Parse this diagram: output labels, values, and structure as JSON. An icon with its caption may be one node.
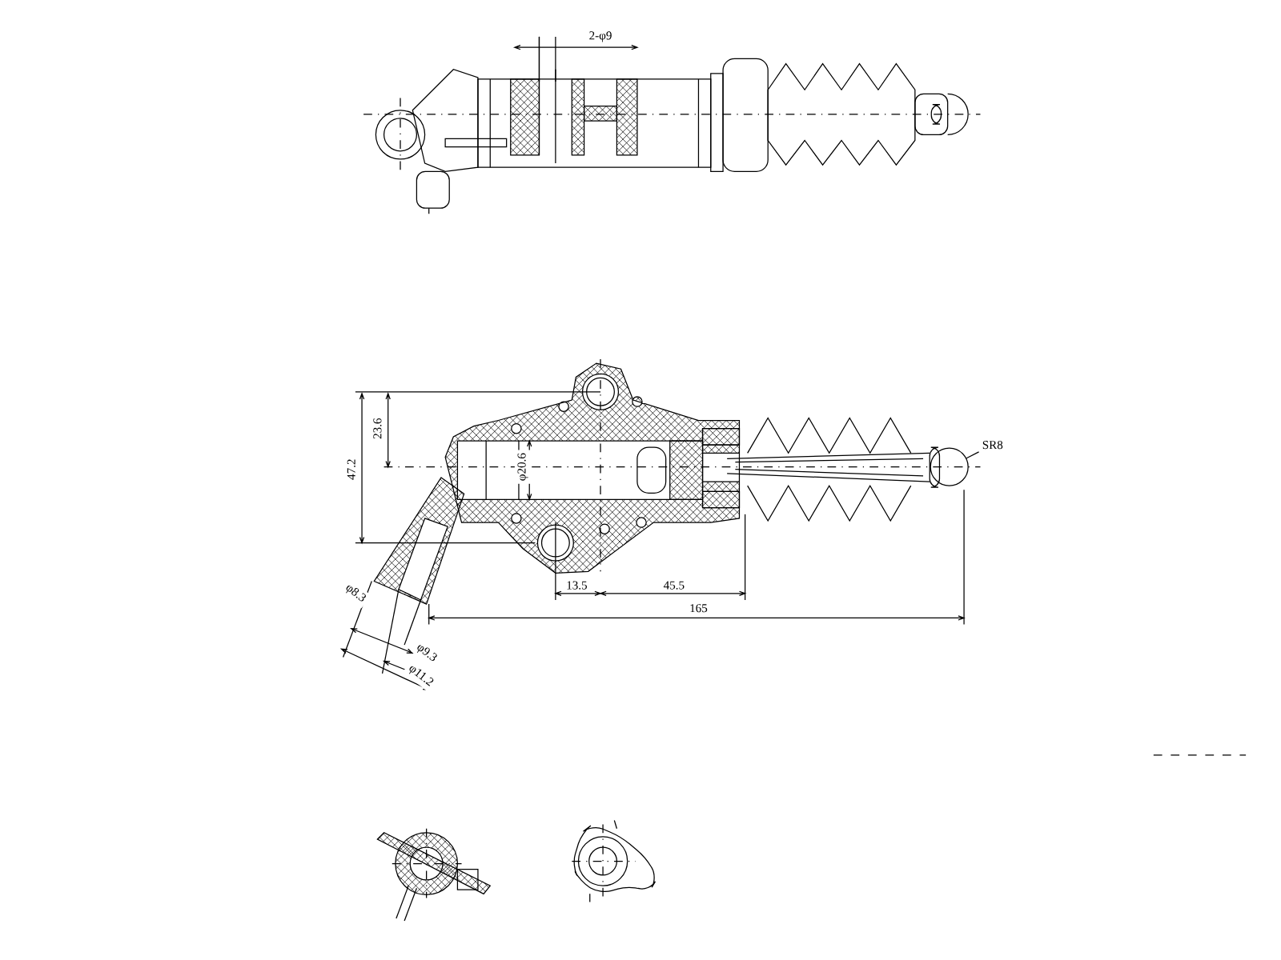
{
  "diagram": {
    "nodes": [
      {
        "text": [
          "SR8"
        ]
      },
      {
        "text": [],
        "shape": "circle"
      }
    ],
    "edges": [
      {
        "from": 0,
        "to": 1,
        "arrow": "none"
      }
    ],
    "labels": [
      "2-φ9",
      "23.6",
      "47.2",
      "φ20.6",
      "13.5",
      "45.5",
      "165",
      "φ8.3",
      "φ9.3",
      "φ11.2"
    ]
  }
}
